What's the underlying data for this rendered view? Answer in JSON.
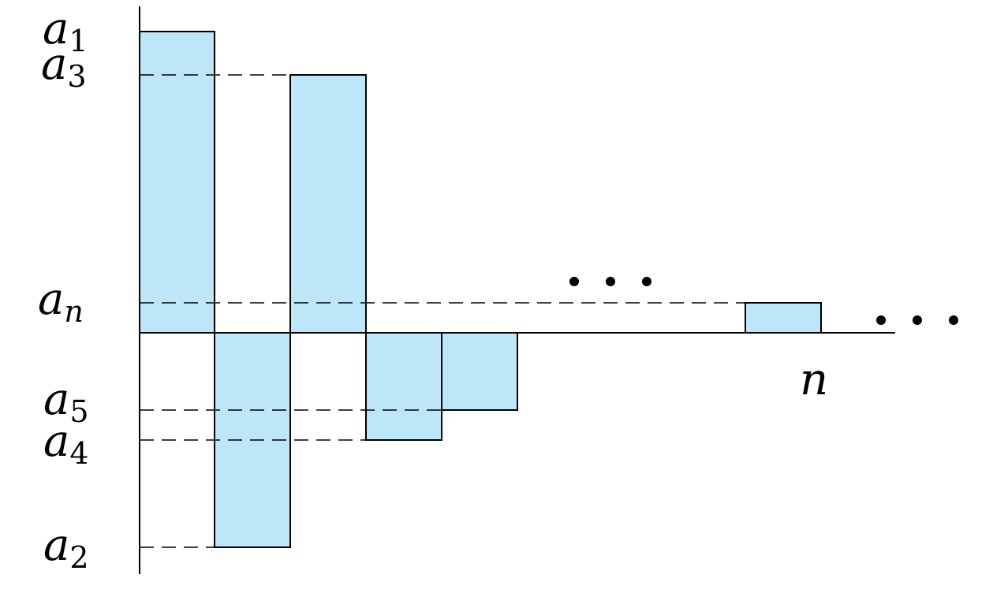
{
  "colors": {
    "bar_fill": "#bde6f8",
    "line": "#000000"
  },
  "labels": {
    "a1": {
      "base": "a",
      "sub": "1"
    },
    "a3": {
      "base": "a",
      "sub": "3"
    },
    "an": {
      "base": "a",
      "sub": "n"
    },
    "a5": {
      "base": "a",
      "sub": "5"
    },
    "a4": {
      "base": "a",
      "sub": "4"
    },
    "a2": {
      "base": "a",
      "sub": "2"
    },
    "n": "n"
  },
  "ellipsis": [
    "•",
    "•",
    "•"
  ],
  "terms": [
    {
      "name": "a1",
      "value": 1.0
    },
    {
      "name": "a2",
      "value": -0.72
    },
    {
      "name": "a3",
      "value": 0.86
    },
    {
      "name": "a4",
      "value": -0.36
    },
    {
      "name": "a5",
      "value": -0.26
    },
    {
      "name": "an",
      "value": 0.1
    }
  ]
}
